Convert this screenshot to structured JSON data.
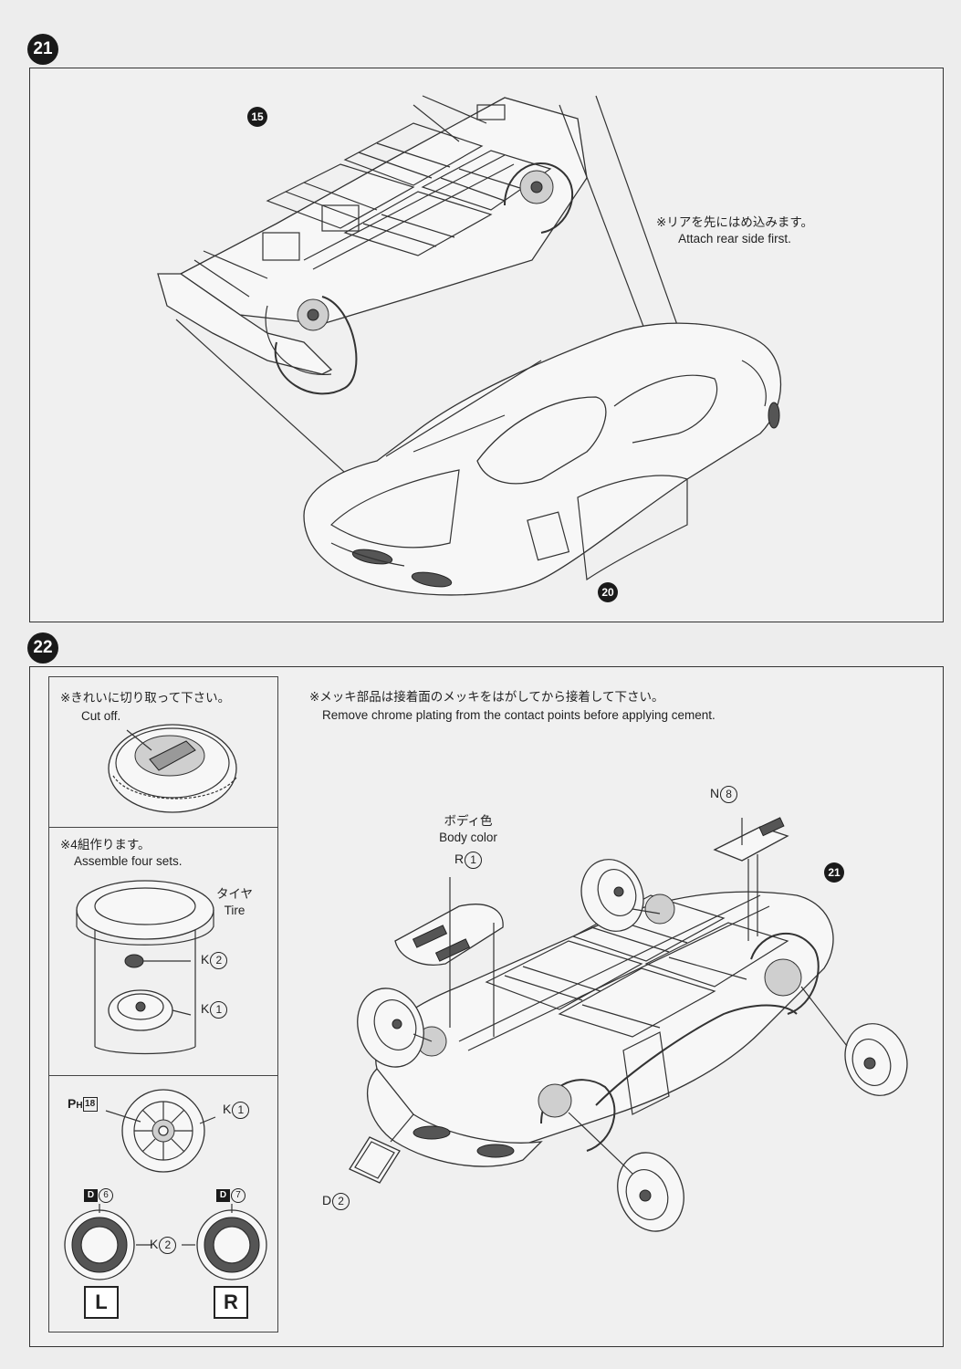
{
  "step21": {
    "number": "21",
    "part_chassis": "15",
    "part_body": "20",
    "note_jp": "※リアを先にはめ込みます。",
    "note_en": "Attach rear side first."
  },
  "step22": {
    "number": "22",
    "inset_cut": {
      "jp": "※きれいに切り取って下さい。",
      "en": "Cut off."
    },
    "inset_assemble": {
      "jp": "※4組作ります。",
      "en": "Assemble four sets.",
      "tire_jp": "タイヤ",
      "tire_en": "Tire",
      "label_k2_prefix": "K",
      "label_k2_num": "2",
      "label_k1_prefix": "K",
      "label_k1_num": "1"
    },
    "inset_wheel": {
      "ph_prefix": "P",
      "ph_sub": "H",
      "ph_num": "18",
      "k1_prefix": "K",
      "k1_num": "1",
      "d6_letter": "D",
      "d6_num": "6",
      "d7_letter": "D",
      "d7_num": "7",
      "k2_prefix": "K",
      "k2_num": "2",
      "left": "L",
      "right": "R"
    },
    "main_note_jp": "※メッキ部品は接着面のメッキをはがしてから接着して下さい。",
    "main_note_en": "Remove chrome plating from the contact points before applying cement.",
    "body_color_jp": "ボディ色",
    "body_color_en": "Body color",
    "r1_prefix": "R",
    "r1_num": "1",
    "n8_prefix": "N",
    "n8_num": "8",
    "d2_prefix": "D",
    "d2_num": "2",
    "part_chassis": "21"
  }
}
